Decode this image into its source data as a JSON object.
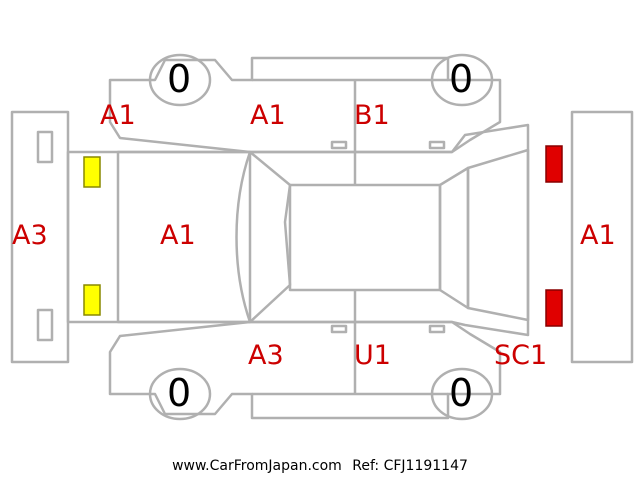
{
  "damage_codes": {
    "front_bumper": "A3",
    "hood": "A1",
    "front_fender_left": "A1",
    "front_door_left": "A1",
    "rear_door_left": "B1",
    "front_door_right": "A3",
    "rear_door_right": "U1",
    "rear_quarter_right": "SC1",
    "rear_bumper": "A1"
  },
  "tires": {
    "front_left": "0",
    "rear_left": "0",
    "front_right": "0",
    "rear_right": "0"
  },
  "colors": {
    "outline": "#b0b0b0",
    "code_text": "#cc0000",
    "headlight": "#ffff00",
    "taillight": "#e00000"
  },
  "footer": {
    "site": "www.CarFromJapan.com",
    "ref": "Ref: CFJ1191147"
  }
}
